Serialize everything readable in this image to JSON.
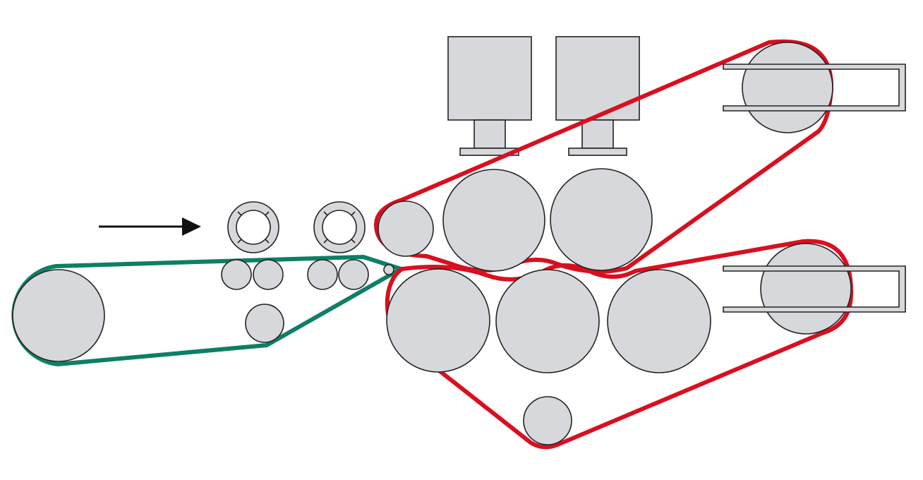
{
  "diagram": {
    "colors": {
      "background": "#ffffff",
      "roller_fill": "#d7d8db",
      "outline": "#222222",
      "red_belt": "#d90f1f",
      "green_belt": "#0d7f66",
      "arrow": "#111111"
    },
    "components": {
      "feed_arrow": "feed-direction-arrow",
      "green_belt": "lower-conveyor-belt",
      "red_upper_belt": "upper-press-belt",
      "red_lower_belt": "lower-press-belt",
      "heads": [
        "heating-head-1",
        "heating-head-2"
      ],
      "tension_frames": [
        "upper-tension-frame",
        "lower-tension-frame"
      ]
    }
  }
}
